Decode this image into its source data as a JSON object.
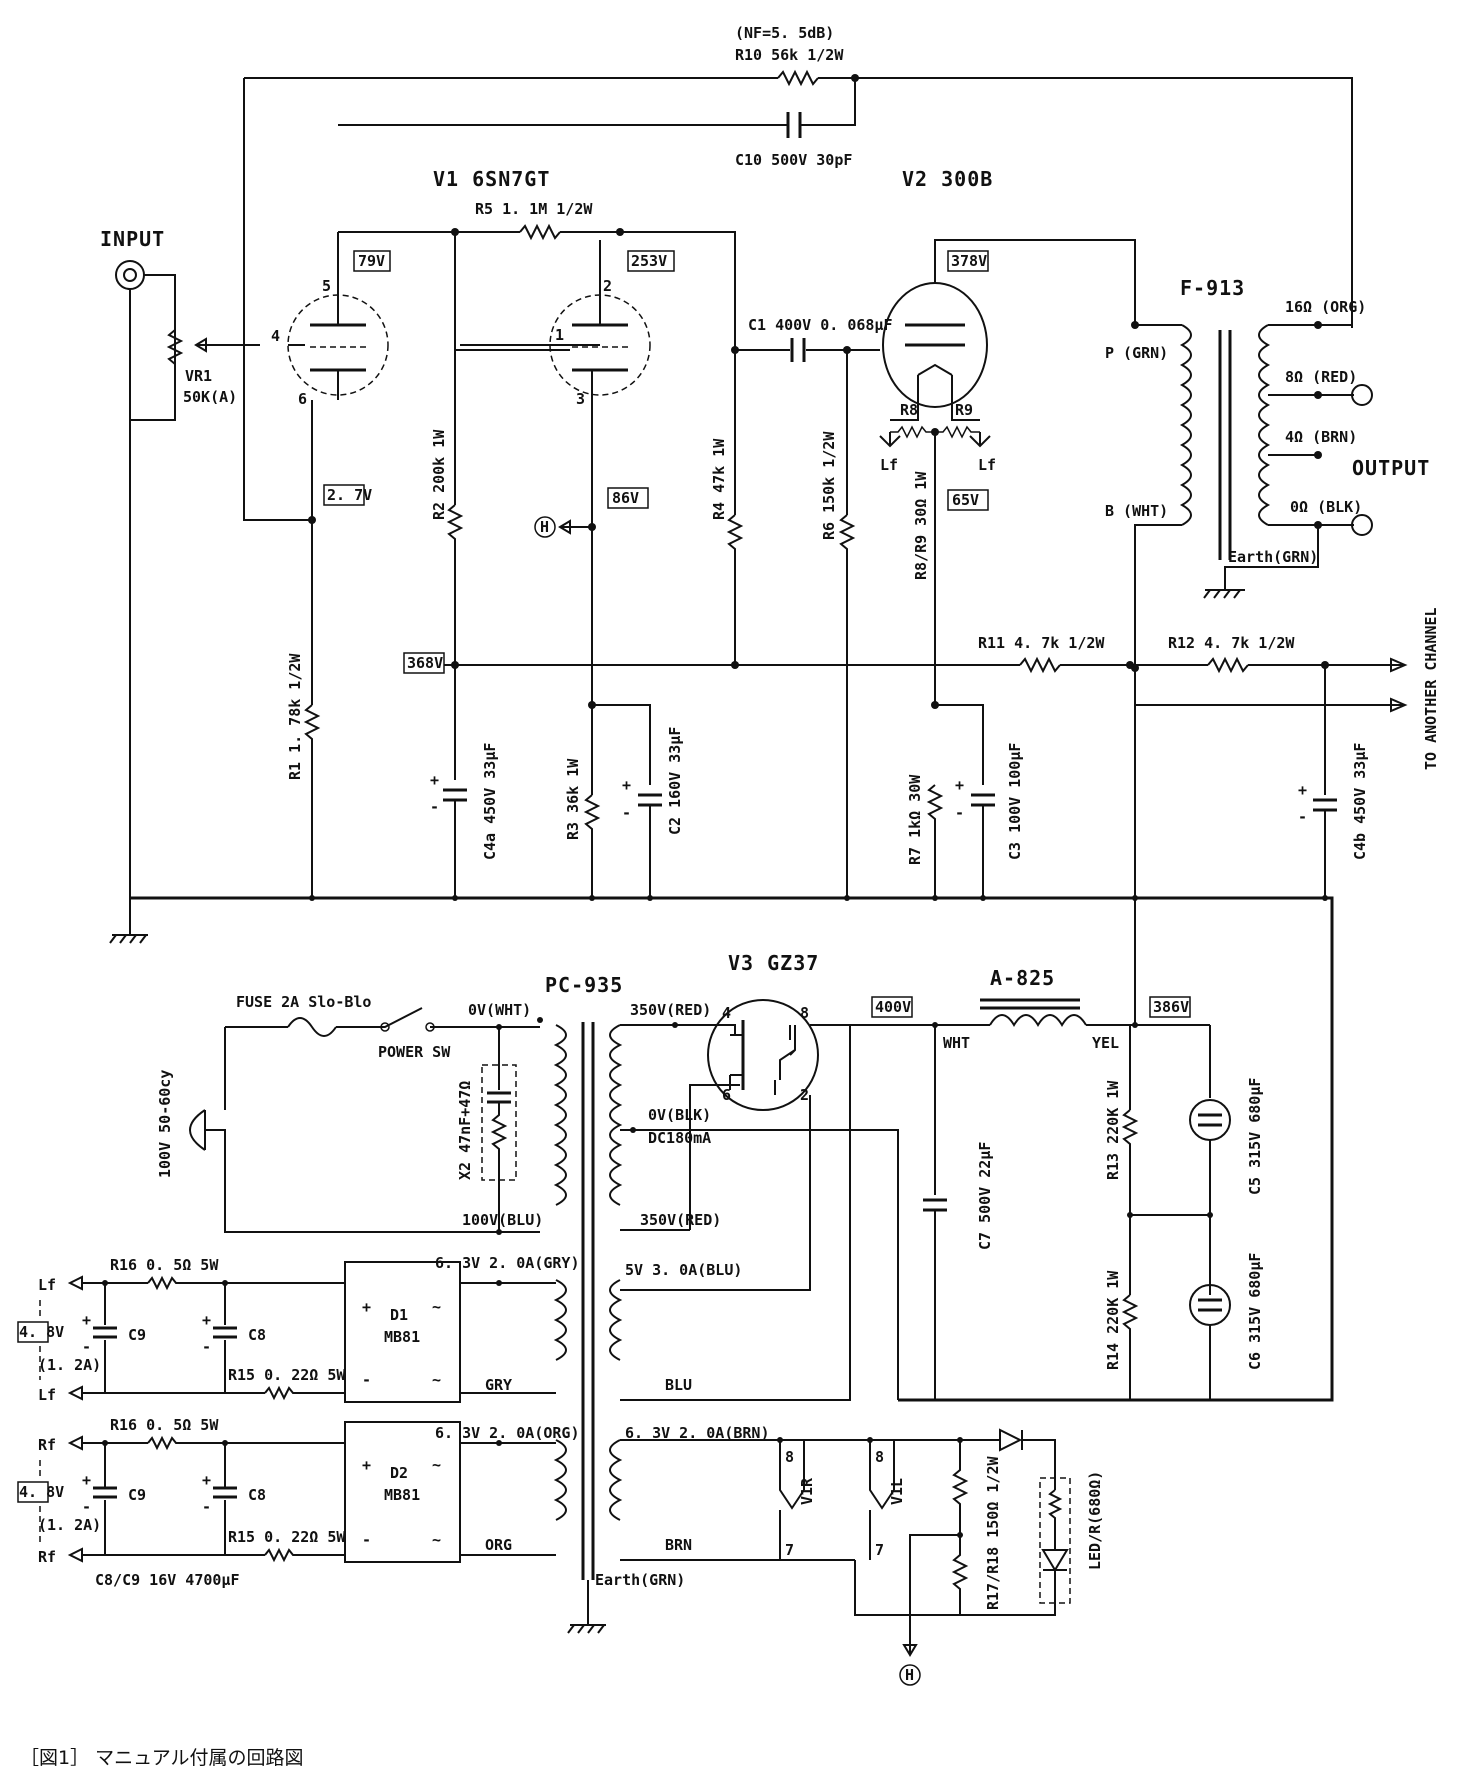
{
  "title_nf": "(NF=5. 5dB)",
  "caption": "［図1］ マニュアル付属の回路図",
  "tubes": {
    "v1": "V1  6SN7GT",
    "v2": "V2  300B",
    "v3": "V3  GZ37"
  },
  "transformers": {
    "output": "F-913",
    "power": "PC-935",
    "choke": "A-825"
  },
  "io": {
    "input": "INPUT",
    "output": "OUTPUT",
    "another_channel": "TO ANOTHER CHANNEL",
    "mains": "100V 50-60cy",
    "fuse": "FUSE 2A Slo-Blo",
    "power_sw": "POWER SW"
  },
  "voltages": {
    "v1_plate_a": "79V",
    "v1_plate_b": "253V",
    "v2_plate": "378V",
    "v1_cathode_a": "2. 7V",
    "v1_cathode_b": "86V",
    "v2_cathode": "65V",
    "b_plus_368": "368V",
    "rect_out": "400V",
    "choke_out": "386V",
    "lf_dc": "4. 8V",
    "rf_dc": "4. 8V"
  },
  "components": {
    "r10": "R10 56k 1/2W",
    "c10": "C10 500V 30pF",
    "r5": "R5 1. 1M 1/2W",
    "vr1": "VR1",
    "vr1_val": "50K(A)",
    "c1": "C1 400V 0. 068μF",
    "r2": "R2 200k 1W",
    "r4": "R4 47k 1W",
    "r6": "R6 150k 1/2W",
    "r8r9": "R8/R9 30Ω 1W",
    "r8": "R8",
    "r9": "R9",
    "r11": "R11 4. 7k 1/2W",
    "r12": "R12 4. 7k 1/2W",
    "r1": "R1 1. 78k 1/2W",
    "c4a": "C4a 450V 33μF",
    "r3": "R3 36k 1W",
    "c2": "C2 160V 33μF",
    "r7": "R7 1kΩ 30W",
    "c3": "C3 100V 100μF",
    "c4b": "C4b 450V 33μF",
    "x2": "X2 47nF+47Ω",
    "c7": "C7 500V 22μF",
    "r13": "R13 220K 1W",
    "c5": "C5 315V 680μF",
    "r14": "R14 220K 1W",
    "c6": "C6 315V 680μF",
    "r16a": "R16 0. 5Ω 5W",
    "r15a": "R15 0. 22Ω 5W",
    "r16b": "R16 0. 5Ω 5W",
    "r15b": "R15 0. 22Ω 5W",
    "c9a": "C9",
    "c8a": "C8",
    "c9b": "C9",
    "c8b": "C8",
    "c8c9": "C8/C9 16V 4700μF",
    "d1": "D1",
    "d1_type": "MB81",
    "d2": "D2",
    "d2_type": "MB81",
    "r17r18": "R17/R18 150Ω 1/2W",
    "led": "LED/R(680Ω)",
    "v1r": "V1R",
    "v1l": "V1L"
  },
  "otaps": {
    "p": "P (GRN)",
    "b": "B (WHT)",
    "t16": "16Ω (ORG)",
    "t8": "8Ω (RED)",
    "t4": "4Ω (BRN)",
    "t0": "0Ω (BLK)",
    "earth": "Earth(GRN)"
  },
  "ptaps": {
    "p0": "0V(WHT)",
    "p100": "100V(BLU)",
    "s350a": "350V(RED)",
    "s0": "0V(BLK)",
    "dc": "DC180mA",
    "s350b": "350V(RED)",
    "h1": "6. 3V 2. 0A(GRY)",
    "h1b": "GRY",
    "h2": "5V 3. 0A(BLU)",
    "h2b": "BLU",
    "h3": "6. 3V 2. 0A(ORG)",
    "h3b": "ORG",
    "h4": "6. 3V 2. 0A(BRN)",
    "h4b": "BRN",
    "earth": "Earth(GRN)",
    "wht": "WHT",
    "yel": "YEL"
  },
  "pins": {
    "v1a_5": "5",
    "v1a_4": "4",
    "v1a_6": "6",
    "v1b_2": "2",
    "v1b_1": "1",
    "v1b_3": "3",
    "v3_4": "4",
    "v3_8": "8",
    "v3_6": "6",
    "v3_2": "2",
    "h8a": "8",
    "h7a": "7",
    "h8b": "8",
    "h7b": "7"
  },
  "heater": {
    "lf1": "Lf",
    "lf2": "Lf",
    "lf_a": "Lf",
    "lf_b": "Lf",
    "rf_a": "Rf",
    "rf_b": "Rf",
    "i_l": "(1. 2A)",
    "i_r": "(1. 2A)",
    "h_sym": "H"
  }
}
